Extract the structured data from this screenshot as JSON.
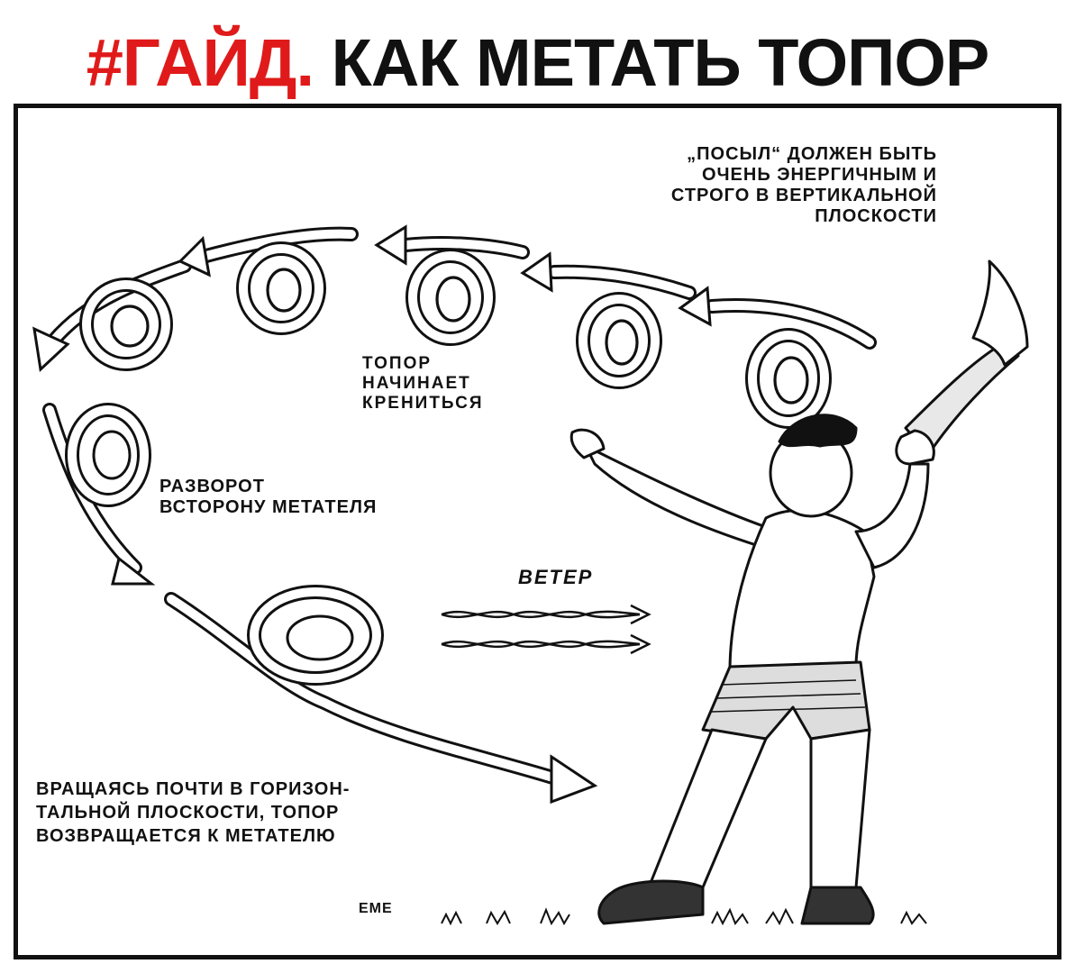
{
  "header": {
    "hashtag": "#ГАЙД",
    "dot": ".",
    "title": " КАК МЕТАТЬ ТОПОР",
    "accent_color": "#e01a1a",
    "text_color": "#111111"
  },
  "captions": {
    "posyl": [
      "„ПОСЫЛ“ ДОЛЖЕН БЫТЬ",
      "ОЧЕНЬ ЭНЕРГИЧНЫМ И",
      "СТРОГО В ВЕРТИКАЛЬНОЙ",
      "ПЛОСКОСТИ"
    ],
    "topor": [
      "ТОПОР",
      "НАЧИНАЕТ",
      "КРЕНИТЬСЯ"
    ],
    "razvorot": [
      "РАЗВОРОТ",
      "ВСТОРОНУ МЕТАТЕЛЯ"
    ],
    "veter": "ВЕТЕР",
    "vrashchayas": [
      "ВРАЩАЯСЬ ПОЧТИ В ГОРИЗОН-",
      "ТАЛЬНОЙ ПЛОСКОСТИ, ТОПОР",
      "ВОЗВРАЩАЕТСЯ К МЕТАТЕЛЮ"
    ],
    "signature": "ЕМЕ"
  },
  "icons": {
    "axe": "axe-icon",
    "thrower": "person-throwing-icon",
    "wind": "wind-arrows-icon",
    "loop_arrow": "loop-arrow-icon"
  }
}
